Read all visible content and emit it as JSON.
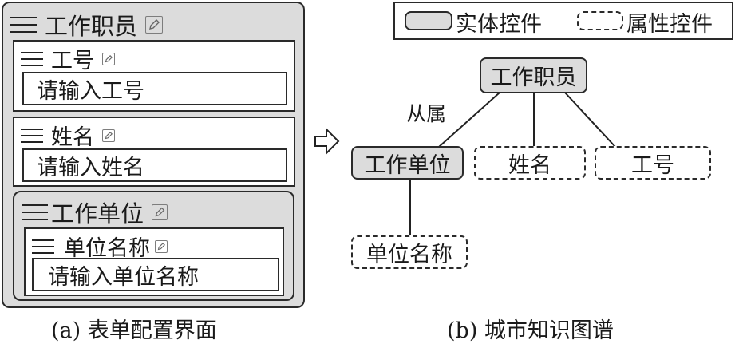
{
  "form_panel": {
    "root": {
      "label": "工作职员",
      "icon": "edit-icon"
    },
    "fields": [
      {
        "label": "工号",
        "placeholder": "请输入工号",
        "icon": "edit-icon"
      },
      {
        "label": "姓名",
        "placeholder": "请输入姓名",
        "icon": "edit-icon"
      }
    ],
    "nested": {
      "label": "工作单位",
      "icon": "edit-icon",
      "fields": [
        {
          "label": "单位名称",
          "placeholder": "请输入单位名称",
          "icon": "edit-icon"
        }
      ]
    },
    "caption": "(a) 表单配置界面"
  },
  "transform_arrow": "arrow-right-icon",
  "graph_panel": {
    "legend": {
      "entity_label": "实体控件",
      "attribute_label": "属性控件"
    },
    "nodes": {
      "root": "工作职员",
      "org": "工作单位",
      "name": "姓名",
      "id": "工号",
      "org_name": "单位名称"
    },
    "relation_label": "从属",
    "colors": {
      "entity_fill": "#dcdcdc",
      "attribute_fill": "#ffffff",
      "stroke": "#2a2a2a"
    },
    "caption": "(b) 城市知识图谱"
  }
}
